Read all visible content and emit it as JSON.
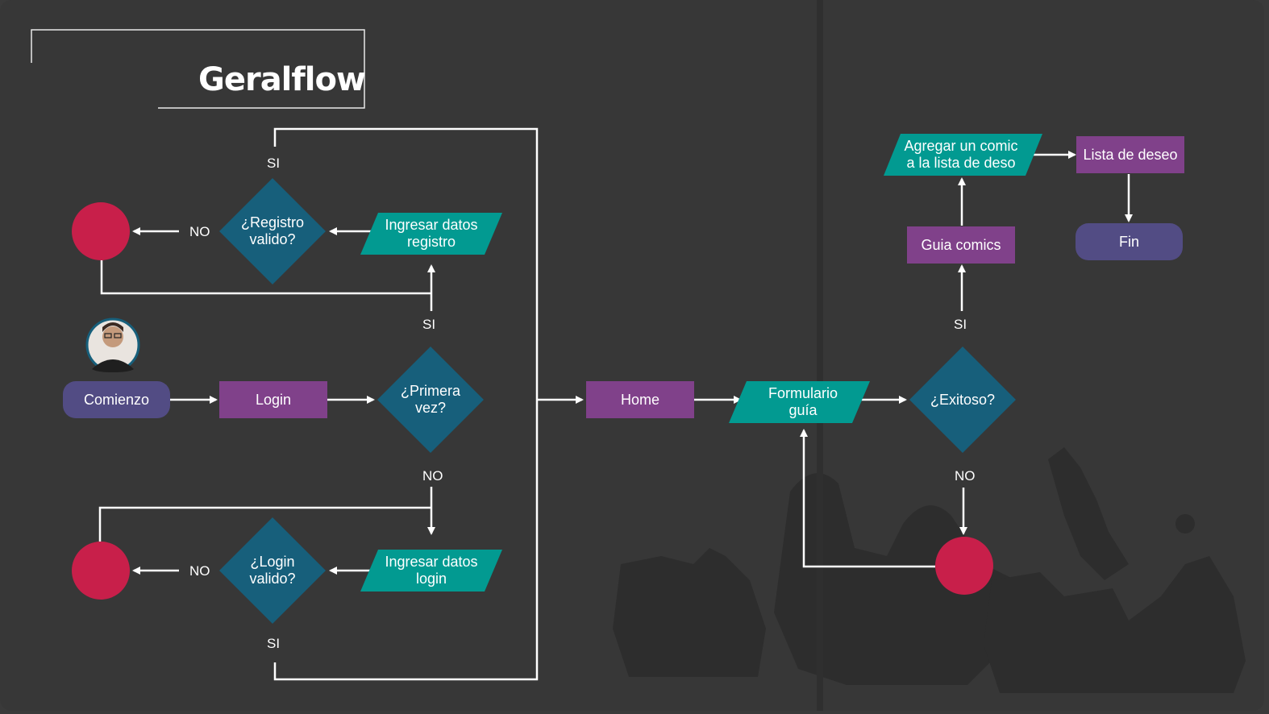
{
  "title": "Geralflow",
  "colors": {
    "background": "#373737",
    "terminal": "#524c84",
    "process": "#80418a",
    "decision": "#175f7b",
    "io": "#029a91",
    "stop": "#c81f4a",
    "line": "#ffffff"
  },
  "nodes": {
    "comienzo": "Comienzo",
    "login": "Login",
    "primera_vez": "¿Primera vez?",
    "ingresar_registro": "Ingresar datos registro",
    "registro_valido": "¿Registro valido?",
    "ingresar_login": "Ingresar datos login",
    "login_valido": "¿Login valido?",
    "home": "Home",
    "formulario": "Formulario guía",
    "exitoso": "¿Exitoso?",
    "guia_comics": "Guia comics",
    "agregar_comic": "Agregar un comic a la lista de deso",
    "lista_deseo": "Lista de deseo",
    "fin": "Fin"
  },
  "labels": {
    "si_top": "SI",
    "no_registro": "NO",
    "si_registro": "SI",
    "no_primera": "NO",
    "no_login": "NO",
    "si_login": "SI",
    "si_exitoso": "SI",
    "no_exitoso": "NO"
  },
  "icons": {
    "avatar": "person-avatar-icon",
    "background": "superheroes-silhouette"
  }
}
